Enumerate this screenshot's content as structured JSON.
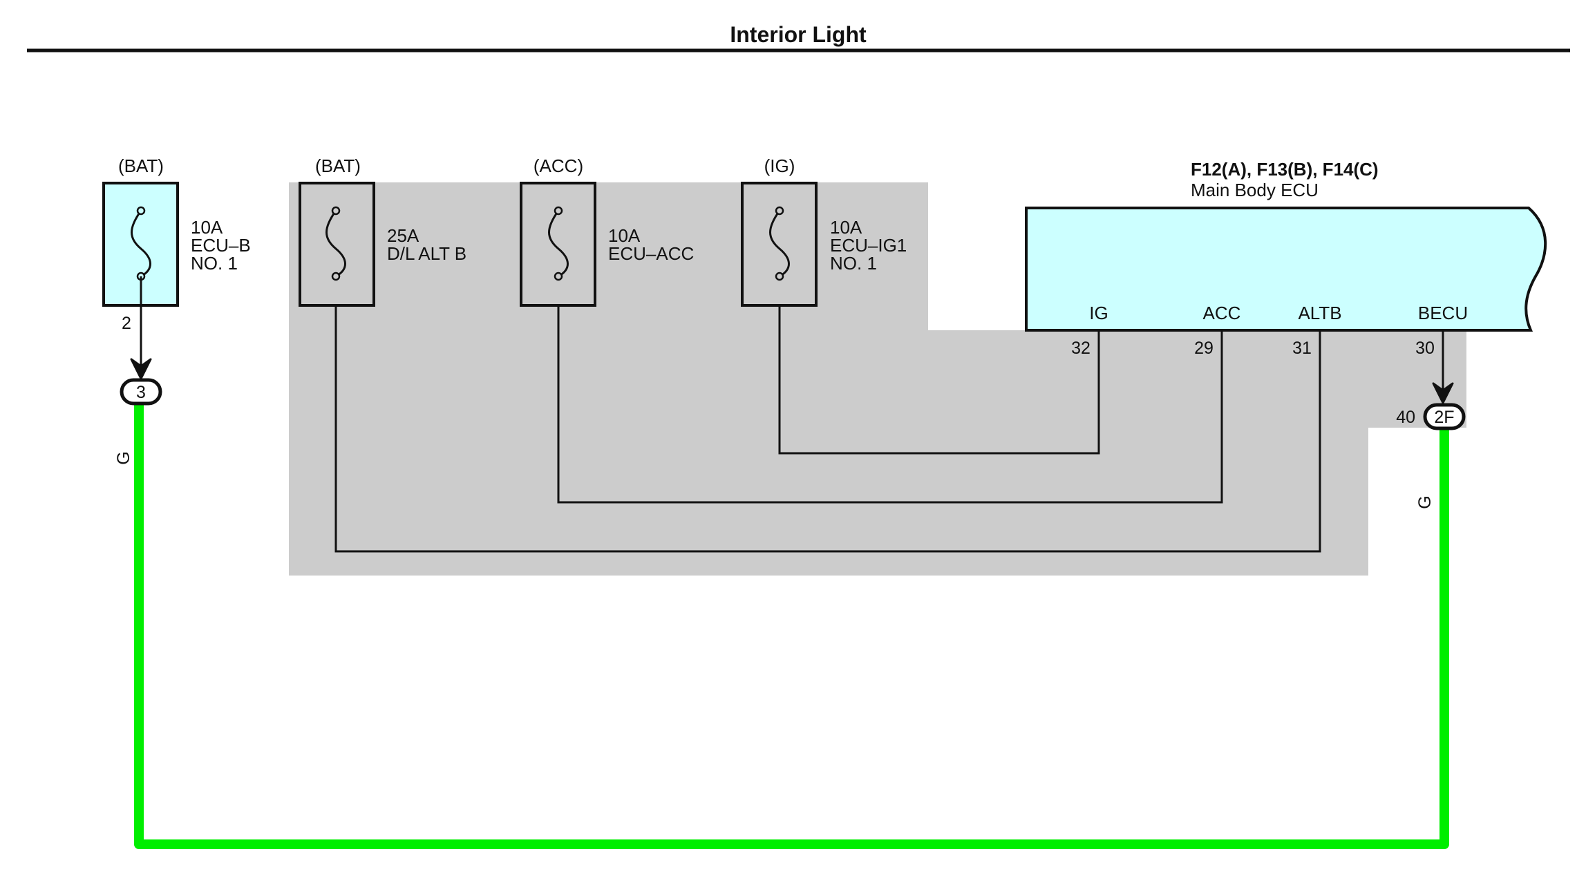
{
  "title": "Interior Light",
  "colors": {
    "fuse_fill": "#ccffff",
    "ecu_fill": "#ccffff",
    "junction_shade": "#cccccc",
    "green_wire": "#00ee00",
    "line": "#111111"
  },
  "fuses": [
    {
      "source": "(BAT)",
      "rating": "10A",
      "name_line1": "ECU–B",
      "name_line2": "NO. 1",
      "pin": "2"
    },
    {
      "source": "(BAT)",
      "rating": "25A",
      "name_line1": "D/L ALT B",
      "name_line2": ""
    },
    {
      "source": "(ACC)",
      "rating": "10A",
      "name_line1": "ECU–ACC",
      "name_line2": ""
    },
    {
      "source": "(IG)",
      "rating": "10A",
      "name_line1": "ECU–IG1",
      "name_line2": "NO. 1"
    }
  ],
  "ecu": {
    "connectors": "F12(A), F13(B), F14(C)",
    "name": "Main Body ECU",
    "terminals": [
      {
        "label": "IG",
        "pin": "32"
      },
      {
        "label": "ACC",
        "pin": "29"
      },
      {
        "label": "ALTB",
        "pin": "31"
      },
      {
        "label": "BECU",
        "pin": "30"
      }
    ]
  },
  "connectors": [
    {
      "id": "3"
    },
    {
      "id": "2F",
      "pin": "40"
    }
  ],
  "wire_colors": {
    "left": "G",
    "right": "G"
  }
}
